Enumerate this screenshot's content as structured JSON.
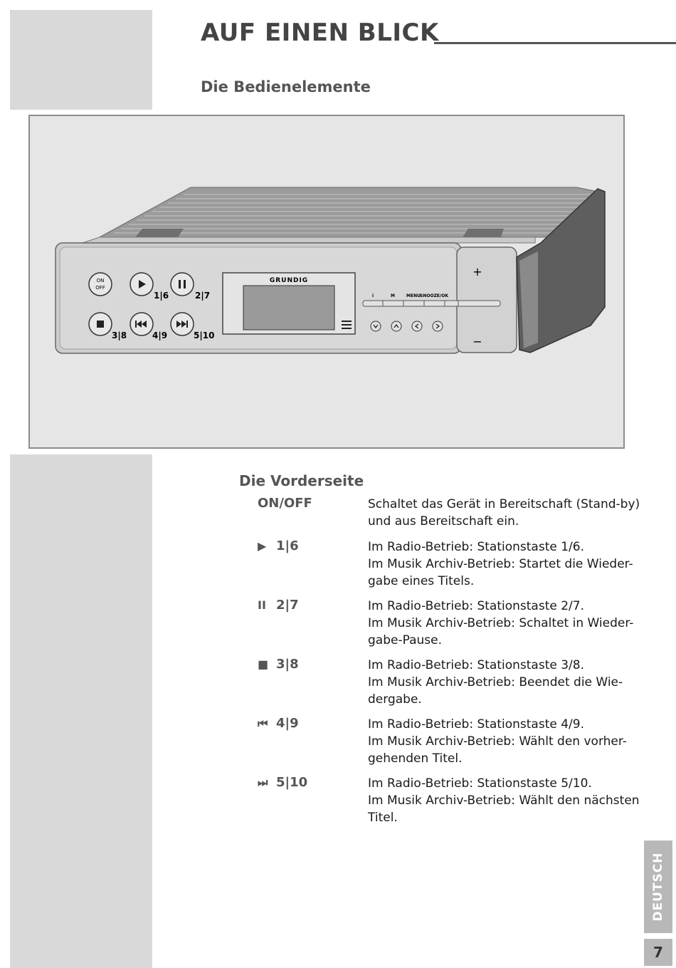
{
  "header": {
    "title": "AUF EINEN BLICK",
    "subtitle": "Die Bedienelemente"
  },
  "figure": {
    "brand": "GRUNDIG",
    "buttons": {
      "on_off_top": "ON",
      "on_off_bottom": "OFF",
      "label_1_6": "1|6",
      "label_2_7": "2|7",
      "label_3_8": "3|8",
      "label_4_9": "4|9",
      "label_5_10": "5|10",
      "key_i": "i",
      "key_m": "M",
      "key_menu": "MENU",
      "key_snooze": "SNOOZE/OK",
      "volume_plus": "+",
      "volume_minus": "−"
    }
  },
  "section": {
    "title": "Die Vorderseite",
    "entries": [
      {
        "symbol": "",
        "key": "ON/OFF",
        "icon": "power-label",
        "description": "Schaltet das Gerät in Bereitschaft (Stand-by)\nund aus Bereitschaft ein."
      },
      {
        "symbol": "▶",
        "key": "1|6",
        "icon": "play-icon",
        "description": "Im Radio-Betrieb: Stationstaste 1/6.\nIm Musik Archiv-Betrieb: Startet die Wieder-\ngabe eines Titels."
      },
      {
        "symbol": "II",
        "key": "2|7",
        "icon": "pause-icon",
        "description": "Im Radio-Betrieb: Stationstaste 2/7.\nIm Musik Archiv-Betrieb: Schaltet in Wieder-\ngabe-Pause."
      },
      {
        "symbol": "■",
        "key": "3|8",
        "icon": "stop-icon",
        "description": "Im Radio-Betrieb: Stationstaste 3/8.\nIm Musik Archiv-Betrieb: Beendet die Wie-\ndergabe."
      },
      {
        "symbol": "⏮",
        "key": "4|9",
        "icon": "previous-icon",
        "description": "Im Radio-Betrieb: Stationstaste 4/9.\nIm Musik Archiv-Betrieb: Wählt den vorher-\ngehenden Titel."
      },
      {
        "symbol": "⏭",
        "key": "5|10",
        "icon": "next-icon",
        "description": "Im Radio-Betrieb: Stationstaste 5/10.\nIm Musik Archiv-Betrieb: Wählt den nächsten\nTitel."
      }
    ]
  },
  "footer": {
    "language": "DEUTSCH",
    "page_number": "7"
  },
  "colors": {
    "side_band": "#d9d9d9",
    "heading": "#555555",
    "tab": "#b8b8b8"
  }
}
